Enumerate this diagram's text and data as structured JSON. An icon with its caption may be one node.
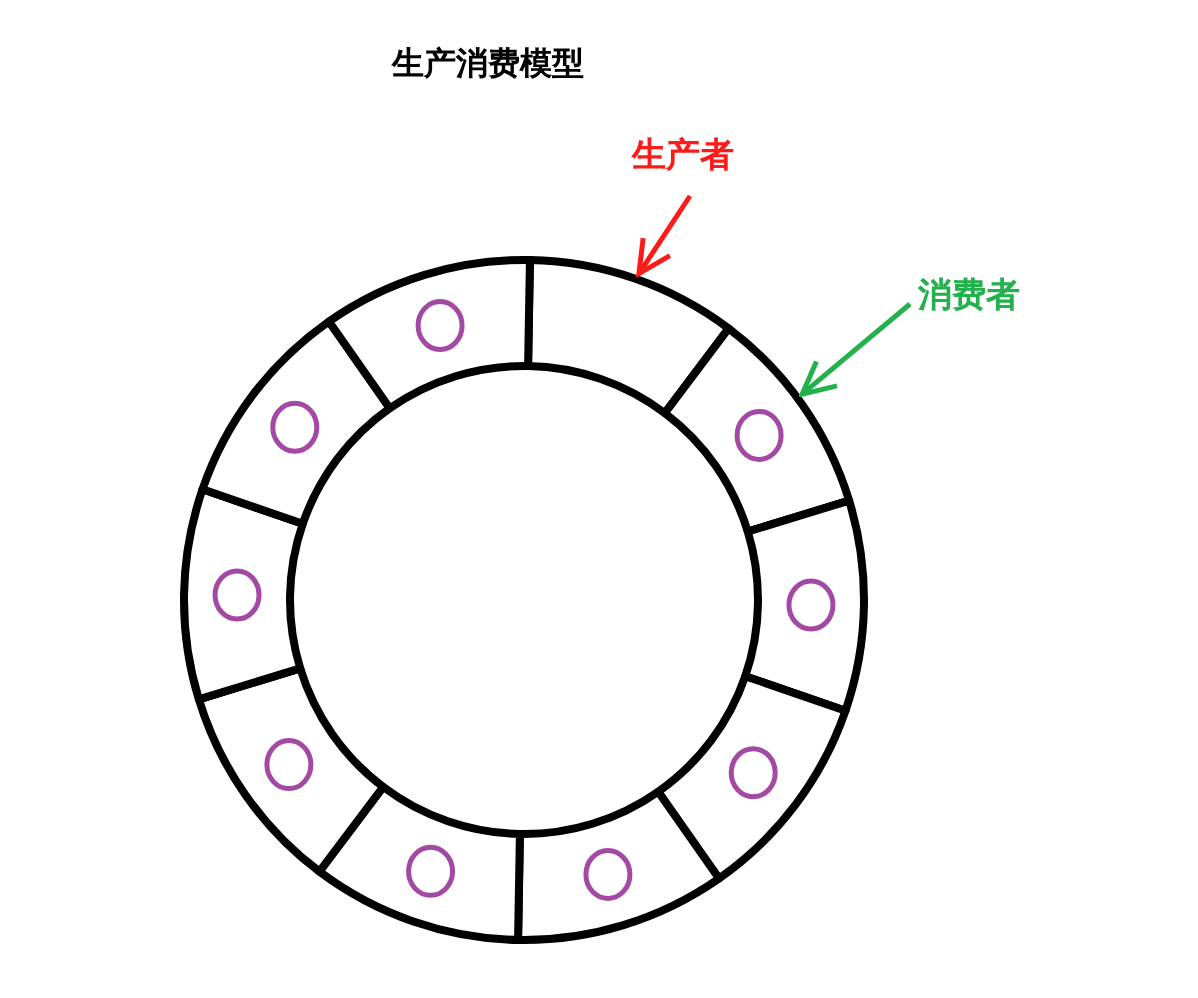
{
  "diagram": {
    "title": "生产消费模型",
    "nodes": [
      {
        "text": [
          "生产者"
        ]
      },
      {
        "text": [
          "消费者"
        ]
      },
      {
        "text": [],
        "shape": "box"
      },
      {
        "text": [],
        "shape": "box"
      },
      {
        "text": [],
        "shape": "box"
      },
      {
        "text": [],
        "shape": "box"
      },
      {
        "text": [],
        "shape": "box"
      },
      {
        "text": [],
        "shape": "box"
      },
      {
        "text": [],
        "shape": "box"
      },
      {
        "text": [],
        "shape": "box"
      },
      {
        "text": [],
        "shape": "box"
      },
      {
        "text": [],
        "shape": "box"
      }
    ],
    "edges": [
      {
        "from": 0,
        "to": 2,
        "arrow": "to",
        "color": "#ff1a1a"
      },
      {
        "from": 1,
        "to": 3,
        "arrow": "to",
        "color": "#22b14c"
      }
    ]
  }
}
